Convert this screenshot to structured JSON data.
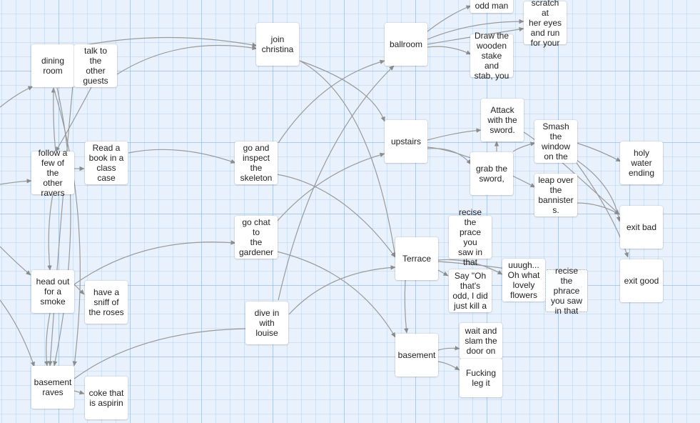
{
  "nodes": [
    {
      "id": "dining_room",
      "text": "dining\nroom"
    },
    {
      "id": "talk_guests",
      "text": "talk to the\nother\nguests"
    },
    {
      "id": "join_christina",
      "text": "join\nchristina"
    },
    {
      "id": "ballroom",
      "text": "ballroom"
    },
    {
      "id": "odd_man",
      "text": "odd man"
    },
    {
      "id": "scratch_eyes",
      "text": "scratch at\nher eyes\nand run\nfor your"
    },
    {
      "id": "draw_stake",
      "text": "Draw the\nwooden\nstake and\nstab, you"
    },
    {
      "id": "follow_ravers",
      "text": "follow a\nfew of the\nother\nravers"
    },
    {
      "id": "read_book",
      "text": "Read a\nbook in a\nclass\ncase"
    },
    {
      "id": "inspect_skeleton",
      "text": "go and\ninspect\nthe\nskeleton"
    },
    {
      "id": "upstairs",
      "text": "upstairs"
    },
    {
      "id": "attack_sword",
      "text": "Attack\nwith the\nsword."
    },
    {
      "id": "grab_sword",
      "text": "grab the\nsword,"
    },
    {
      "id": "smash_window",
      "text": "Smash\nthe\nwindow\non the"
    },
    {
      "id": "holy_water",
      "text": "holy\nwater\nending"
    },
    {
      "id": "leap_bannister",
      "text": "leap over\nthe\nbannister\ns."
    },
    {
      "id": "chat_gardener",
      "text": "go chat to\nthe\ngardener"
    },
    {
      "id": "recise_prace",
      "text": "recise the\nprace you\nsaw in\nthat"
    },
    {
      "id": "terrace",
      "text": "Terrace"
    },
    {
      "id": "say_oh",
      "text": "Say \"Oh\nthat's\nodd, I did\njust kill a"
    },
    {
      "id": "uuugh",
      "text": "uuugh...\nOh what\nlovely\nflowers"
    },
    {
      "id": "recise_phrace",
      "text": "recise the\nphrace\nyou saw\nin that"
    },
    {
      "id": "exit_bad",
      "text": "exit bad"
    },
    {
      "id": "exit_good",
      "text": "exit good"
    },
    {
      "id": "head_out_smoke",
      "text": "head out\nfor a\nsmoke"
    },
    {
      "id": "sniff_roses",
      "text": "have a\nsniff of\nthe roses"
    },
    {
      "id": "dive_louise",
      "text": "dive in\nwith\nlouise"
    },
    {
      "id": "basement",
      "text": "basement"
    },
    {
      "id": "wait_slam",
      "text": "wait and\nslam the\ndoor on"
    },
    {
      "id": "fucking_leg",
      "text": "Fucking\nleg it"
    },
    {
      "id": "basement_raves",
      "text": "basement\nraves"
    },
    {
      "id": "coke_aspirin",
      "text": "coke that\nis aspirin"
    }
  ]
}
